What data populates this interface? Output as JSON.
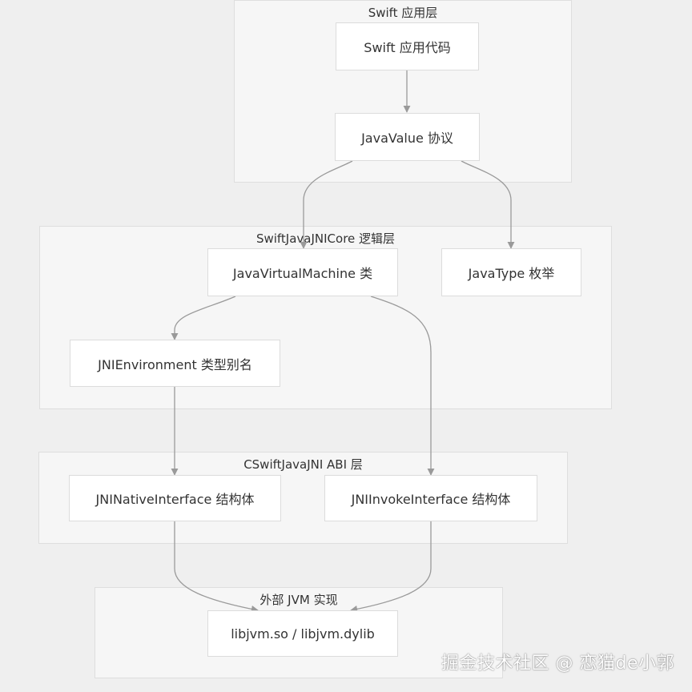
{
  "clusters": {
    "app": "Swift 应用层",
    "logic": "SwiftJavaJNICore 逻辑层",
    "abi": "CSwiftJavaJNI ABI 层",
    "external": "外部 JVM 实现"
  },
  "nodes": {
    "swift_app_code": "Swift 应用代码",
    "java_value": "JavaValue 协议",
    "jvm_class": "JavaVirtualMachine 类",
    "java_type": "JavaType 枚举",
    "jni_env": "JNIEnvironment 类型别名",
    "jni_native": "JNINativeInterface 结构体",
    "jni_invoke": "JNIInvokeInterface 结构体",
    "libjvm": "libjvm.so / libjvm.dylib"
  },
  "edges": [
    {
      "from": "swift_app_code",
      "to": "java_value"
    },
    {
      "from": "java_value",
      "to": "jvm_class"
    },
    {
      "from": "java_value",
      "to": "java_type"
    },
    {
      "from": "jvm_class",
      "to": "jni_env"
    },
    {
      "from": "jvm_class",
      "to": "jni_invoke"
    },
    {
      "from": "jni_env",
      "to": "jni_native"
    },
    {
      "from": "jni_native",
      "to": "libjvm"
    },
    {
      "from": "jni_invoke",
      "to": "libjvm"
    }
  ],
  "colors": {
    "background": "#efefef",
    "cluster_fill": "#f6f6f6",
    "node_fill": "#ffffff",
    "edge": "#9a9a9a"
  },
  "watermark": "掘金技术社区 @ 恋猫de小郭"
}
